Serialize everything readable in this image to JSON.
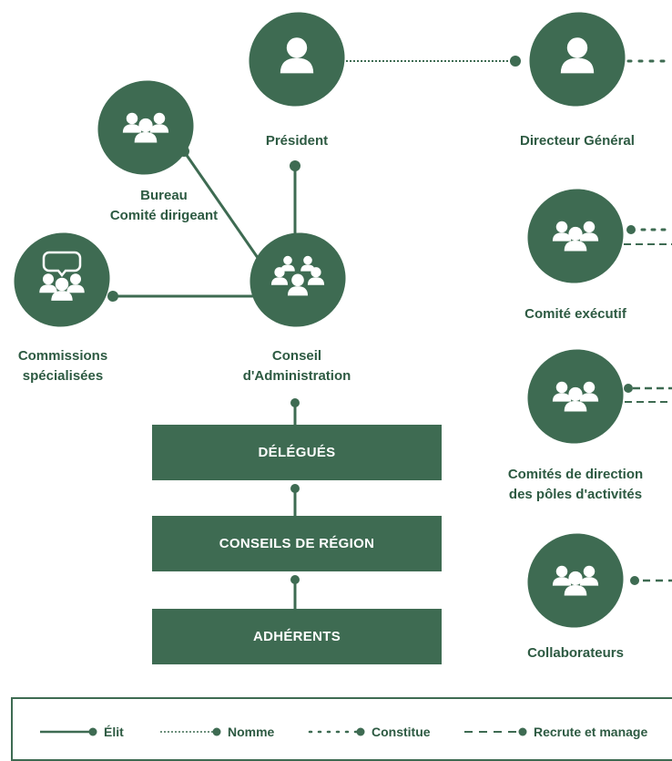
{
  "colors": {
    "primary": "#3e6b52",
    "text": "#2d5a42",
    "icon": "#ffffff"
  },
  "nodes": {
    "president": {
      "label": "Président"
    },
    "directeur": {
      "label": "Directeur Général"
    },
    "bureau": {
      "line1": "Bureau",
      "line2": "Comité dirigeant"
    },
    "commissions": {
      "line1": "Commissions",
      "line2": "spécialisées"
    },
    "conseil": {
      "line1": "Conseil",
      "line2": "d'Administration"
    },
    "comite_executif": {
      "label": "Comité exécutif"
    },
    "comites_direction": {
      "line1": "Comités de direction",
      "line2": "des pôles d'activités"
    },
    "collaborateurs": {
      "label": "Collaborateurs"
    }
  },
  "boxes": {
    "delegues": "DÉLÉGUÉS",
    "conseils_region": "CONSEILS DE RÉGION",
    "adherents": "ADHÉRENTS"
  },
  "legend": {
    "elit": "Élit",
    "nomme": "Nomme",
    "constitue": "Constitue",
    "recrute": "Recrute et manage"
  }
}
